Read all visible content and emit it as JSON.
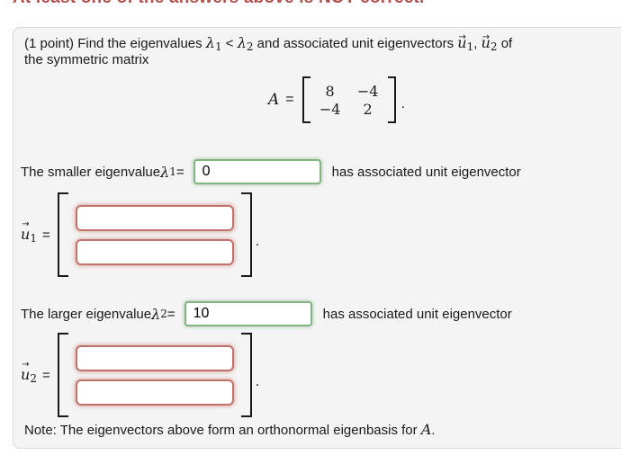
{
  "alert": {
    "text": "At least one of the answers above is NOT correct."
  },
  "problem": {
    "line1_a": "(1 point) Find the eigenvalues ",
    "lambda": "λ",
    "sub1": "1",
    "lt": " < ",
    "sub2": "2",
    "line1_b": " and associated unit eigenvectors ",
    "u": "u",
    "arrow": "→",
    "comma": ", ",
    "line1_c": " of",
    "line2": "the symmetric matrix"
  },
  "matrix": {
    "var": "A",
    "equals": "=",
    "rows": [
      [
        "8",
        "−4"
      ],
      [
        "−4",
        "2"
      ]
    ],
    "period": "."
  },
  "smaller": {
    "label": "The smaller eigenvalue ",
    "lambda": "λ",
    "sub": "1",
    "equals": " = ",
    "value": "0",
    "suffix": "has associated unit eigenvector"
  },
  "u1": {
    "u": "u",
    "arrow": "→",
    "sub": "1",
    "equals": "=",
    "entries": [
      "",
      ""
    ],
    "period": "."
  },
  "larger": {
    "label": "The larger eigenvalue ",
    "lambda": "λ",
    "sub": "2",
    "equals": " = ",
    "value": "10",
    "suffix": "has associated unit eigenvector"
  },
  "u2": {
    "u": "u",
    "arrow": "→",
    "sub": "2",
    "equals": "=",
    "entries": [
      "",
      ""
    ],
    "period": "."
  },
  "note": {
    "prefix": "Note: The eigenvectors above form an orthonormal eigenbasis for ",
    "var": "A",
    "period": "."
  },
  "colors": {
    "correct_border": "#84b384",
    "incorrect_border": "#c0736c",
    "alert_red": "#b0504d",
    "panel_bg": "#f4f4f4"
  }
}
